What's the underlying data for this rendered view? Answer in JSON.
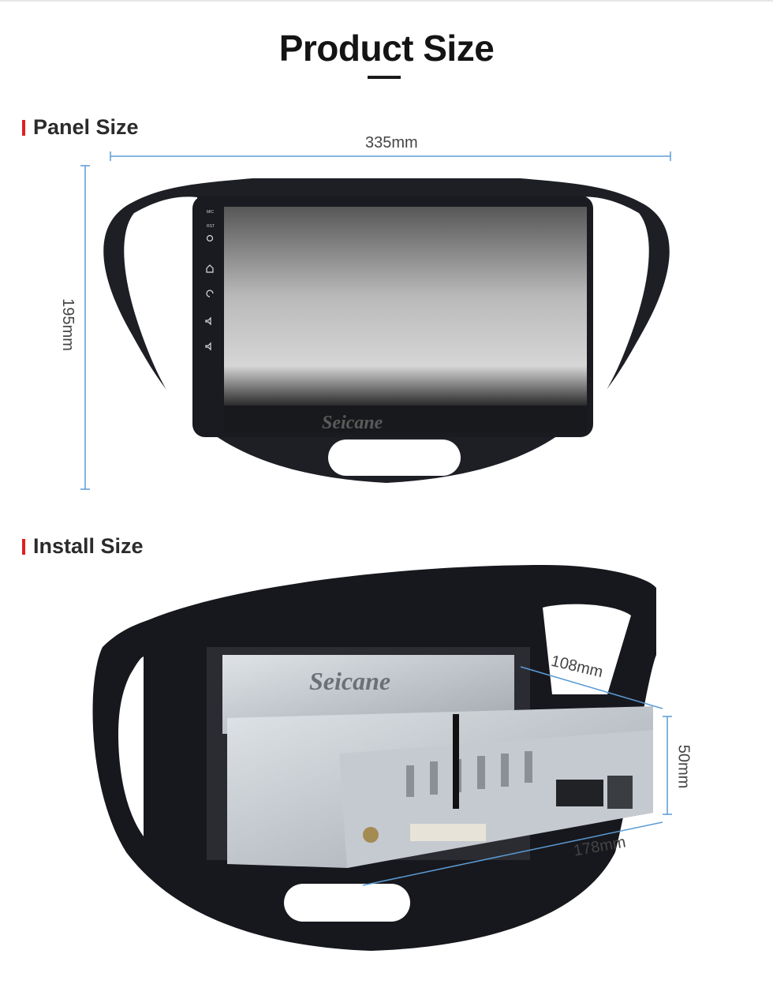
{
  "page": {
    "title": "Product Size"
  },
  "panel": {
    "heading": "Panel Size",
    "width_label": "335mm",
    "height_label": "195mm",
    "button_labels": [
      "MIC",
      "RST"
    ],
    "brand": "Seicane"
  },
  "install": {
    "heading": "Install Size",
    "depth_label": "108mm",
    "height_label": "50mm",
    "width_label": "178mm",
    "brand": "Seicane"
  },
  "colors": {
    "accent": "#e02020",
    "dimension_line": "#5b9bd5",
    "frame": "#1a1c22"
  }
}
